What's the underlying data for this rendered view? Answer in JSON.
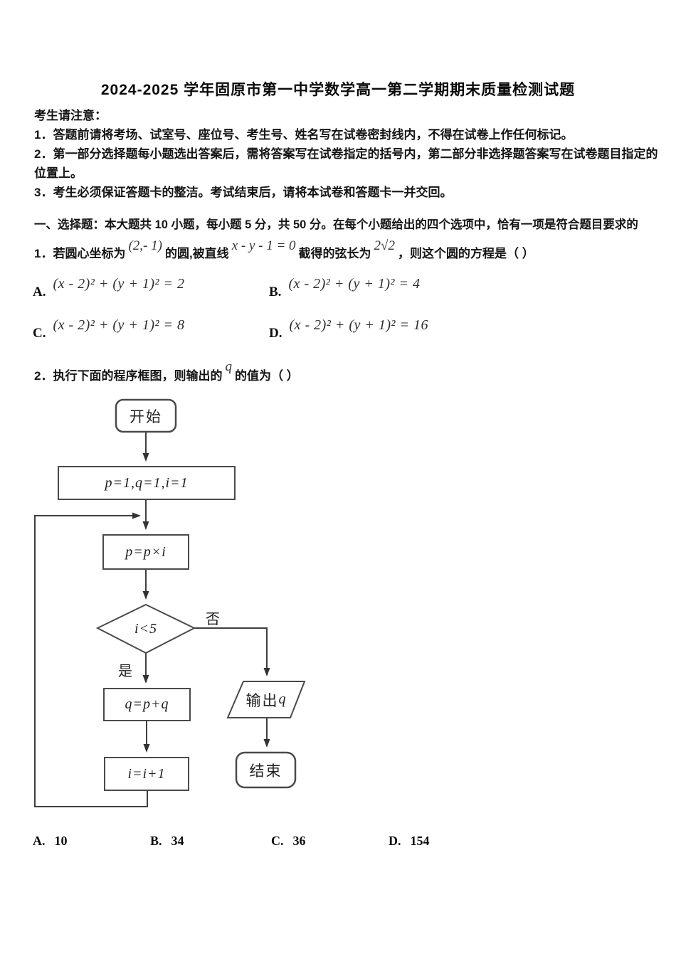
{
  "header": {
    "title": "2024-2025 学年固原市第一中学数学高一第二学期期末质量检测试题"
  },
  "notice": {
    "heading": "考生请注意：",
    "items": [
      "1．答题前请将考场、试室号、座位号、考生号、姓名写在试卷密封线内，不得在试卷上作任何标记。",
      "2．第一部分选择题每小题选出答案后，需将答案写在试卷指定的括号内，第二部分非选择题答案写在试卷题目指定的位置上。",
      "3．考生必须保证答题卡的整洁。考试结束后，请将本试卷和答题卡一并交回。"
    ]
  },
  "section1": {
    "heading": "一、选择题：本大题共 10 小题，每小题 5 分，共 50 分。在每个小题给出的四个选项中，恰有一项是符合题目要求的"
  },
  "q1": {
    "pre": "1．若圆心坐标为",
    "math1": "(2,- 1)",
    "text2": "的圆,被直线",
    "math2": "x - y - 1 = 0",
    "text3": "截得的弦长为",
    "math3": "2√2",
    "text4": "，则这个圆的方程是（ ）",
    "options": [
      {
        "label": "A.",
        "formula": "(x - 2)² + (y + 1)² = 2"
      },
      {
        "label": "B.",
        "formula": "(x - 2)² + (y + 1)² = 4"
      },
      {
        "label": "C.",
        "formula": "(x - 2)² + (y + 1)² = 8"
      },
      {
        "label": "D.",
        "formula": "(x - 2)² + (y + 1)² = 16"
      }
    ]
  },
  "q2": {
    "pre": "2．执行下面的程序框图，则输出的",
    "var": "q",
    "post": "的值为（ ）",
    "options": [
      {
        "label": "A.",
        "value": "10"
      },
      {
        "label": "B.",
        "value": "34"
      },
      {
        "label": "C.",
        "value": "36"
      },
      {
        "label": "D.",
        "value": "154"
      }
    ]
  },
  "flowchart": {
    "start": "开始",
    "init": "p=1,q=1,i=1",
    "process": "p=p×i",
    "decision": "i<5",
    "yes_label": "是",
    "no_label": "否",
    "accum": "q=p+q",
    "increment": "i=i+1",
    "output_prefix": "输出",
    "output_var": "q",
    "end": "结束"
  },
  "colors": {
    "line": "#3f3f3f",
    "border": "#4a4a4a",
    "text": "#151515"
  }
}
